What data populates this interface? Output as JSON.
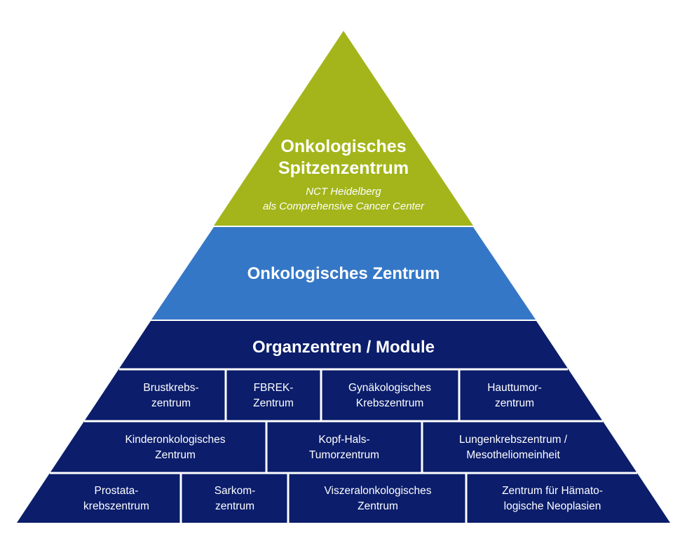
{
  "colors": {
    "apex": "#A3B51A",
    "middle": "#3577C7",
    "base": "#0B1D6B",
    "divider": "#ffffff",
    "text": "#ffffff"
  },
  "apex": {
    "title_line1": "Onkologisches",
    "title_line2": "Spitzenzentrum",
    "subtitle_line1": "NCT Heidelberg",
    "subtitle_line2": "als Comprehensive Cancer Center"
  },
  "middle": {
    "title": "Onkologisches Zentrum"
  },
  "base": {
    "title": "Organzentren / Module",
    "rows": [
      [
        {
          "line1": "Brustkrebs-",
          "line2": "zentrum"
        },
        {
          "line1": "FBREK-",
          "line2": "Zentrum"
        },
        {
          "line1": "Gynäkologisches",
          "line2": "Krebszentrum"
        },
        {
          "line1": "Hauttumor-",
          "line2": "zentrum"
        }
      ],
      [
        {
          "line1": "Kinderonkologisches",
          "line2": "Zentrum"
        },
        {
          "line1": "Kopf-Hals-",
          "line2": "Tumorzentrum"
        },
        {
          "line1": "Lungenkrebszentrum /",
          "line2": "Mesotheliomeinheit"
        }
      ],
      [
        {
          "line1": "Prostata-",
          "line2": "krebszentrum"
        },
        {
          "line1": "Sarkom-",
          "line2": "zentrum"
        },
        {
          "line1": "Viszeralonkologisches",
          "line2": "Zentrum"
        },
        {
          "line1": "Zentrum für Hämato-",
          "line2": "logische Neoplasien"
        }
      ]
    ]
  }
}
